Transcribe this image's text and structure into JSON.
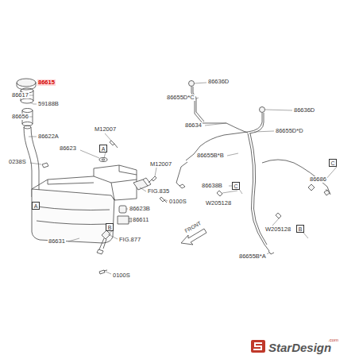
{
  "diagram": {
    "nodes": [
      {
        "text": [
          "A"
        ]
      },
      {
        "text": [
          "C"
        ]
      },
      {
        "text": [
          "C"
        ]
      },
      {
        "text": [
          "A"
        ]
      },
      {
        "text": [
          "B"
        ]
      },
      {
        "text": [
          "B"
        ]
      }
    ],
    "labels": [
      "86615",
      "86617",
      "59188B",
      "86656",
      "86622A",
      "M12007",
      "86623",
      "0238S",
      "M12007",
      "FIG.835",
      "0100S",
      "86623B",
      "86611",
      "FIG.877",
      "86631",
      "0100S",
      "FRONT",
      "86636D",
      "86655D*C",
      "86636D",
      "86634",
      "86655D*D",
      "86655B*B",
      "86638B",
      "W205128",
      "W205128",
      "86686",
      "86655B*A",
      "StarDesign",
      ".com"
    ]
  }
}
